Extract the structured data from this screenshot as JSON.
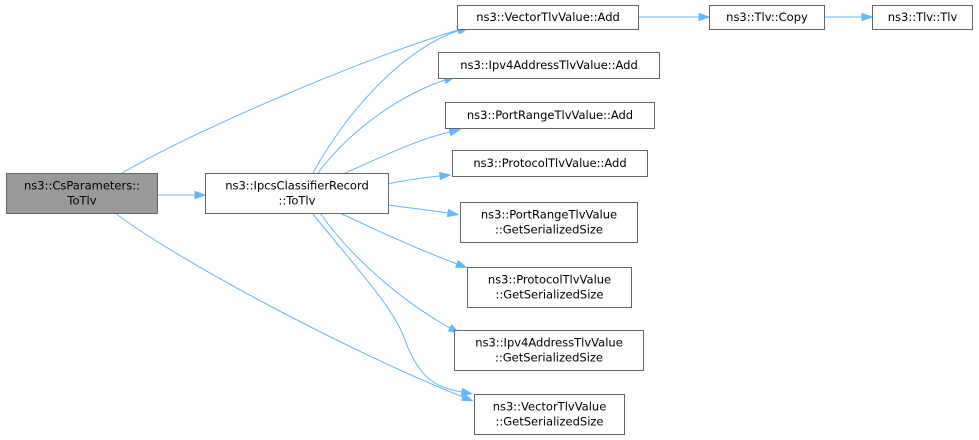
{
  "graph": {
    "title": "",
    "colors": {
      "edge": "#63b8ff",
      "root_fill": "#999999",
      "node_fill": "#ffffff",
      "node_border": "#666666"
    },
    "nodes": [
      {
        "id": "cs_totlv",
        "lines": [
          "ns3::CsParameters::",
          "ToTlv"
        ],
        "root": true
      },
      {
        "id": "ipcs_totlv",
        "lines": [
          "ns3::IpcsClassifierRecord",
          "::ToTlv"
        ]
      },
      {
        "id": "vector_add",
        "lines": [
          "ns3::VectorTlvValue::Add"
        ]
      },
      {
        "id": "tlv_copy",
        "lines": [
          "ns3::Tlv::Copy"
        ]
      },
      {
        "id": "tlv_tlv",
        "lines": [
          "ns3::Tlv::Tlv"
        ]
      },
      {
        "id": "ipv4_add",
        "lines": [
          "ns3::Ipv4AddressTlvValue::Add"
        ]
      },
      {
        "id": "portrange_add",
        "lines": [
          "ns3::PortRangeTlvValue::Add"
        ]
      },
      {
        "id": "protocol_add",
        "lines": [
          "ns3::ProtocolTlvValue::Add"
        ]
      },
      {
        "id": "portrange_size",
        "lines": [
          "ns3::PortRangeTlvValue",
          "::GetSerializedSize"
        ]
      },
      {
        "id": "protocol_size",
        "lines": [
          "ns3::ProtocolTlvValue",
          "::GetSerializedSize"
        ]
      },
      {
        "id": "ipv4_size",
        "lines": [
          "ns3::Ipv4AddressTlvValue",
          "::GetSerializedSize"
        ]
      },
      {
        "id": "vector_size",
        "lines": [
          "ns3::VectorTlvValue",
          "::GetSerializedSize"
        ]
      }
    ],
    "edges": [
      {
        "from": "cs_totlv",
        "to": "ipcs_totlv"
      },
      {
        "from": "cs_totlv",
        "to": "vector_add"
      },
      {
        "from": "cs_totlv",
        "to": "vector_size"
      },
      {
        "from": "ipcs_totlv",
        "to": "vector_add"
      },
      {
        "from": "ipcs_totlv",
        "to": "ipv4_add"
      },
      {
        "from": "ipcs_totlv",
        "to": "portrange_add"
      },
      {
        "from": "ipcs_totlv",
        "to": "protocol_add"
      },
      {
        "from": "ipcs_totlv",
        "to": "portrange_size"
      },
      {
        "from": "ipcs_totlv",
        "to": "protocol_size"
      },
      {
        "from": "ipcs_totlv",
        "to": "ipv4_size"
      },
      {
        "from": "ipcs_totlv",
        "to": "vector_size"
      },
      {
        "from": "vector_add",
        "to": "tlv_copy"
      },
      {
        "from": "tlv_copy",
        "to": "tlv_tlv"
      }
    ]
  }
}
